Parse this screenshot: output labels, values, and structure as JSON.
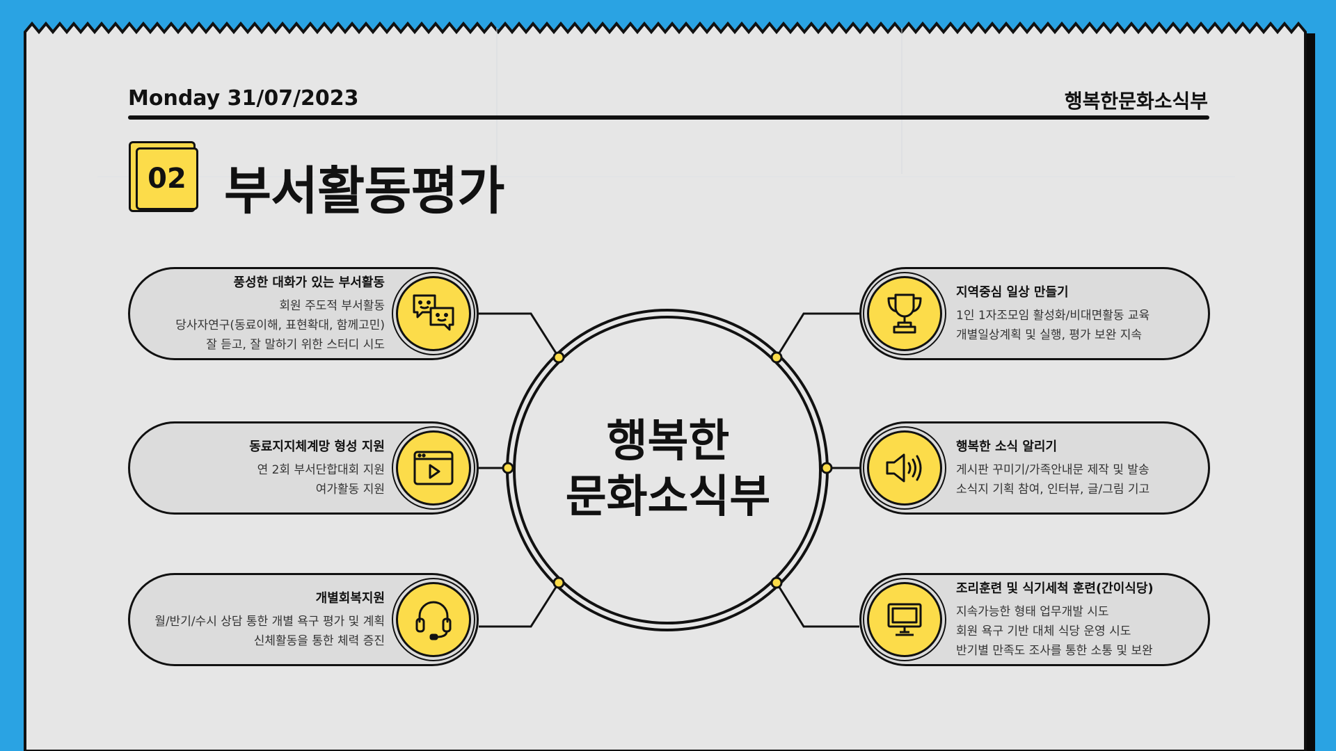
{
  "header": {
    "date": "Monday 31/07/2023",
    "brand": "행복한문화소식부"
  },
  "section": {
    "number": "02",
    "title": "부서활동평가"
  },
  "center": {
    "line1": "행복한",
    "line2": "문화소식부"
  },
  "colors": {
    "background": "#2aa3e3",
    "paper": "#e6e6e6",
    "accent": "#fcdc4a",
    "ink": "#111111"
  },
  "left_items": [
    {
      "title": "풍성한 대화가 있는 부서활동",
      "lines": [
        "회원 주도적 부서활동",
        "당사자연구(동료이해, 표현확대, 함께고민)",
        "잘 듣고, 잘 말하기 위한 스터디 시도"
      ],
      "icon": "chat-bubbles-icon"
    },
    {
      "title": "동료지지체계망 형성 지원",
      "lines": [
        "연 2회 부서단합대회 지원",
        "여가활동 지원"
      ],
      "icon": "video-player-icon"
    },
    {
      "title": "개별회복지원",
      "lines": [
        "월/반기/수시 상담 통한 개별 욕구 평가 및 계획",
        "신체활동을 통한 체력 증진"
      ],
      "icon": "headset-icon"
    }
  ],
  "right_items": [
    {
      "title": "지역중심 일상 만들기",
      "lines": [
        "1인 1자조모임 활성화/비대면활동 교육",
        "개별일상계획 및 실행, 평가 보완 지속"
      ],
      "icon": "trophy-icon"
    },
    {
      "title": "행복한 소식 알리기",
      "lines": [
        "게시판 꾸미기/가족안내문 제작 및 발송",
        "소식지 기획 참여, 인터뷰, 글/그림 기고"
      ],
      "icon": "speaker-icon"
    },
    {
      "title": "조리훈련 및 식기세척 훈련(간이식당)",
      "lines": [
        "지속가능한 형태 업무개발 시도",
        "회원 욕구 기반 대체 식당 운영 시도",
        "반기별 만족도 조사를 통한 소통 및 보완"
      ],
      "icon": "monitor-icon"
    }
  ]
}
